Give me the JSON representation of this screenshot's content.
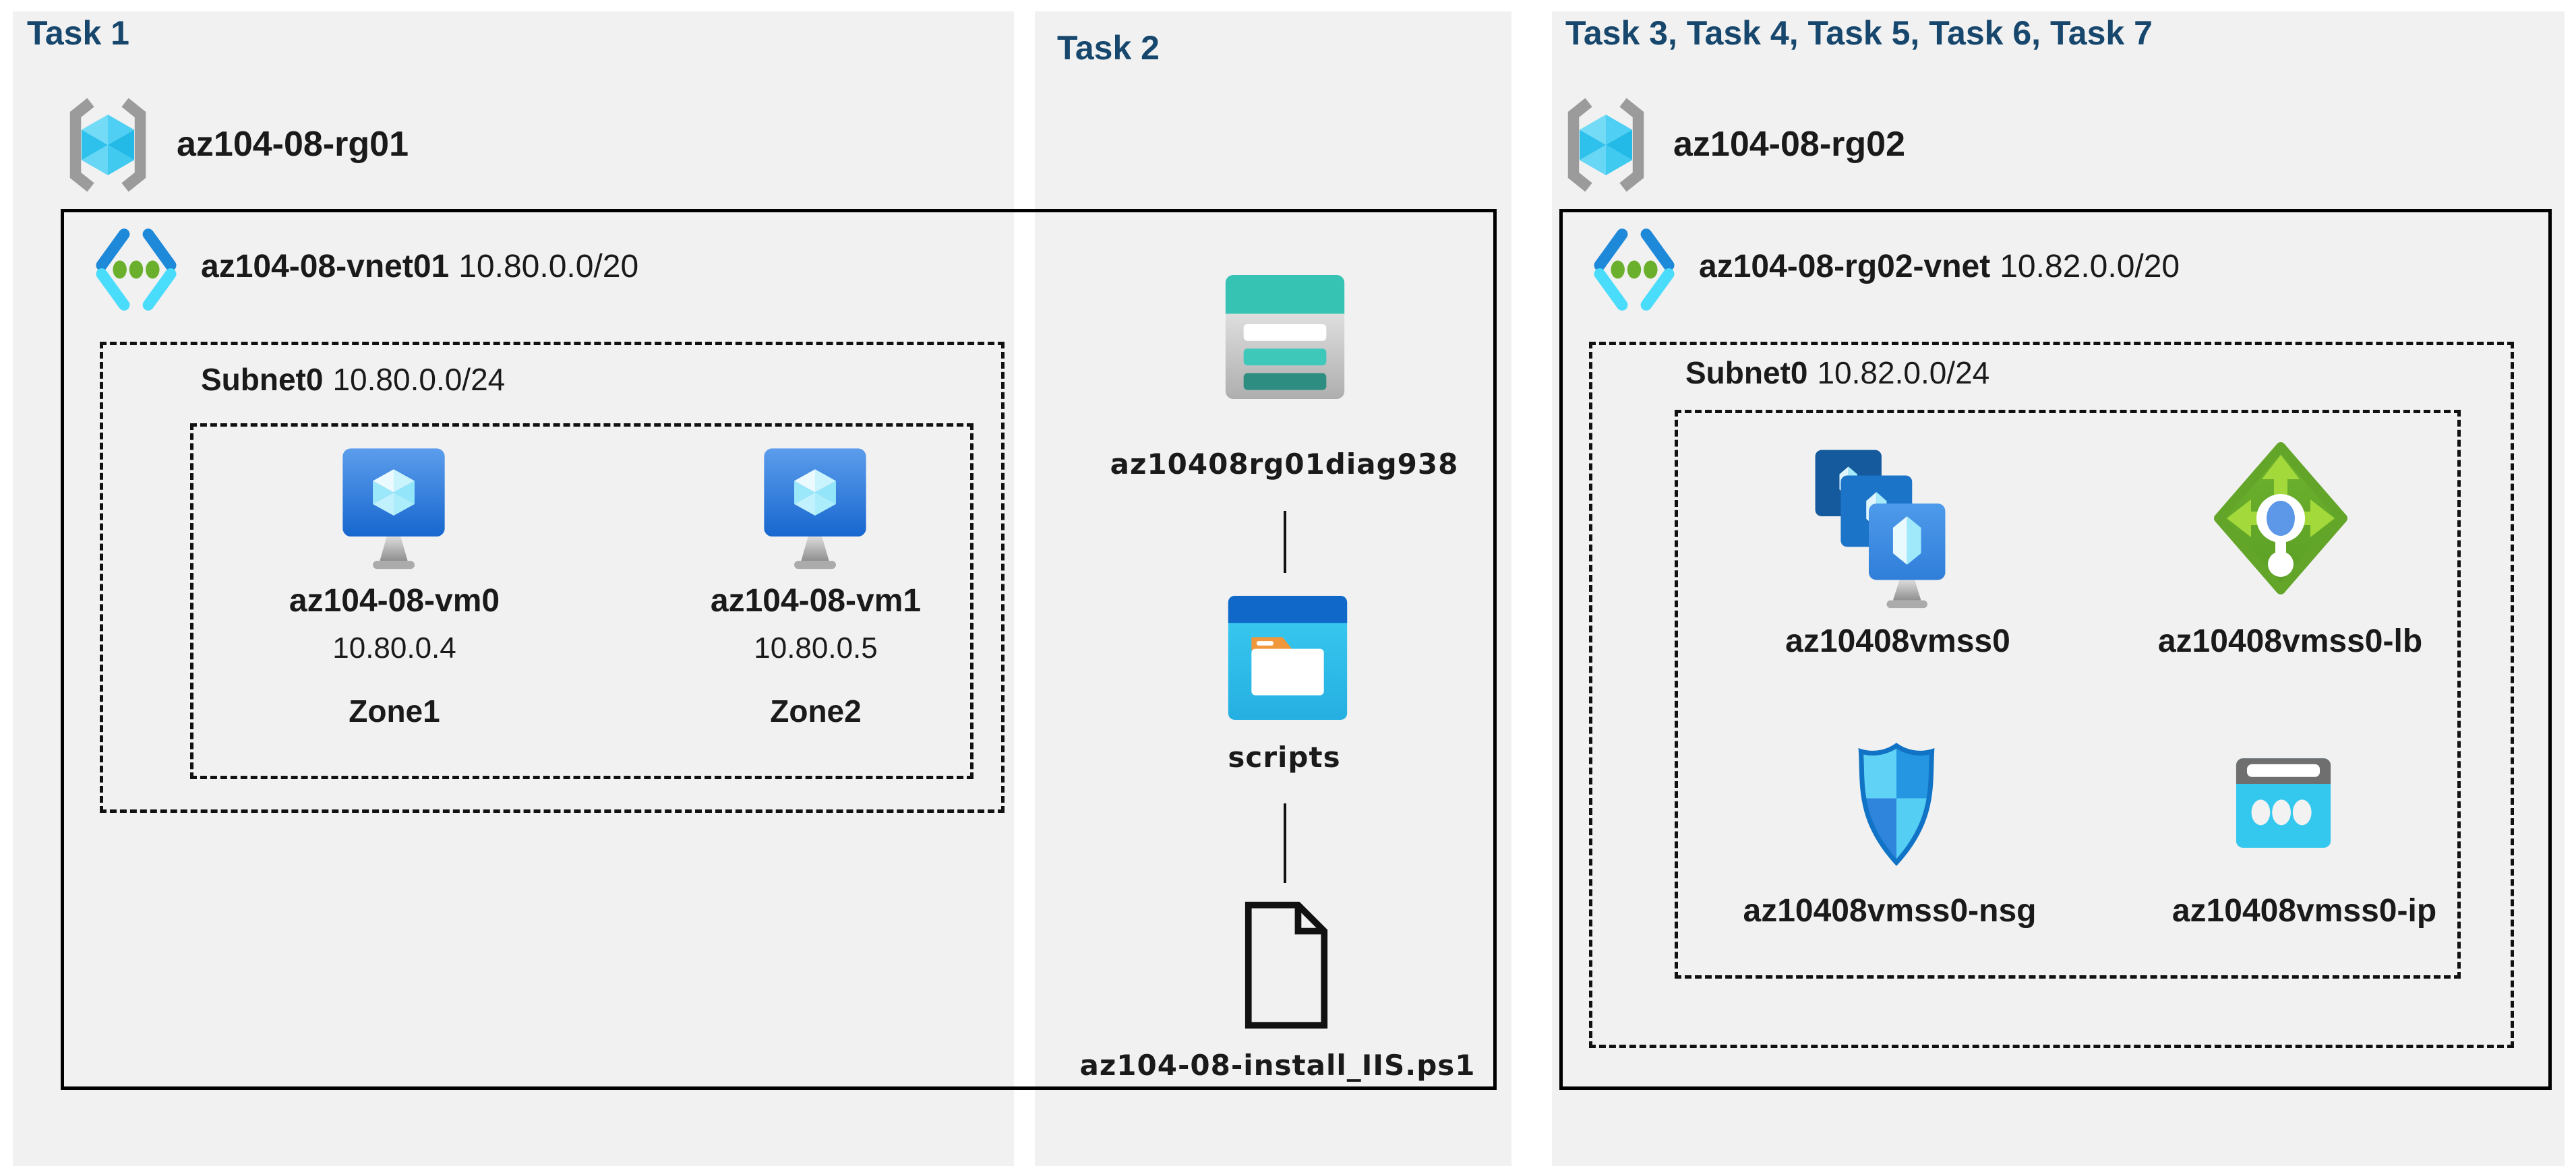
{
  "colors": {
    "panel_bg": "#f1f1f1",
    "title_navy": "#17476d",
    "text": "#1a1a1a",
    "box_border": "#000000",
    "storage_teal": "#36c3b3",
    "storage_teal_dark": "#2e8d81",
    "folder_blue": "#1068c9",
    "folder_cyan": "#35c7ee",
    "folder_orange": "#f0973b",
    "vnet_blue": "#1e88d9",
    "vnet_cyan": "#4adcfb",
    "vnet_green": "#6bb02c",
    "vm_blue_top": "#5c9dec",
    "vm_blue_bottom": "#1767cf",
    "vmss_dark": "#155a9c",
    "vmss_mid": "#1c74c8",
    "lb_green": "#65a72b",
    "lb_arrow_green": "#a4d93b",
    "lb_dot_blue": "#5c97e8",
    "nsg_outline": "#1173c5",
    "ip_gray": "#6f6f6f",
    "ip_cyan": "#35c8ee",
    "rg_bracket_gray": "#9b9b9b"
  },
  "icons": {
    "resource-group": "gray-brackets-with-cyan-cube",
    "virtual-network": "blue-angle-brackets-green-dots",
    "virtual-machine": "blue-monitor-with-crystal",
    "storage-account": "teal-table-rows",
    "folder": "cyan-window-white-folder-orange-tab",
    "file": "outlined-page-dog-ear",
    "vm-scale-set": "three-stacked-blue-screens",
    "load-balancer": "green-diamond-arrows",
    "network-security-group": "blue-quadrant-shield",
    "public-ip": "browser-window-three-dots"
  },
  "tasks": {
    "task1": {
      "title": "Task 1",
      "resource_group": "az104-08-rg01",
      "vnet_name": "az104-08-vnet01",
      "vnet_cidr": "10.80.0.0/20",
      "subnet_name": "Subnet0",
      "subnet_cidr": "10.80.0.0/24",
      "vms": [
        {
          "name": "az104-08-vm0",
          "ip": "10.80.0.4",
          "zone": "Zone1"
        },
        {
          "name": "az104-08-vm1",
          "ip": "10.80.0.5",
          "zone": "Zone2"
        }
      ]
    },
    "task2": {
      "title": "Task 2",
      "storage_account": "az10408rg01diag938",
      "folder": "scripts",
      "file": "az104-08-install_IIS.ps1"
    },
    "task3": {
      "title": "Task 3, Task 4, Task 5, Task 6, Task 7",
      "resource_group": "az104-08-rg02",
      "vnet_name": "az104-08-rg02-vnet",
      "vnet_cidr": "10.82.0.0/20",
      "subnet_name": "Subnet0",
      "subnet_cidr": "10.82.0.0/24",
      "resources": [
        {
          "name": "az10408vmss0"
        },
        {
          "name": "az10408vmss0-lb"
        },
        {
          "name": "az10408vmss0-nsg"
        },
        {
          "name": "az10408vmss0-ip"
        }
      ]
    }
  }
}
